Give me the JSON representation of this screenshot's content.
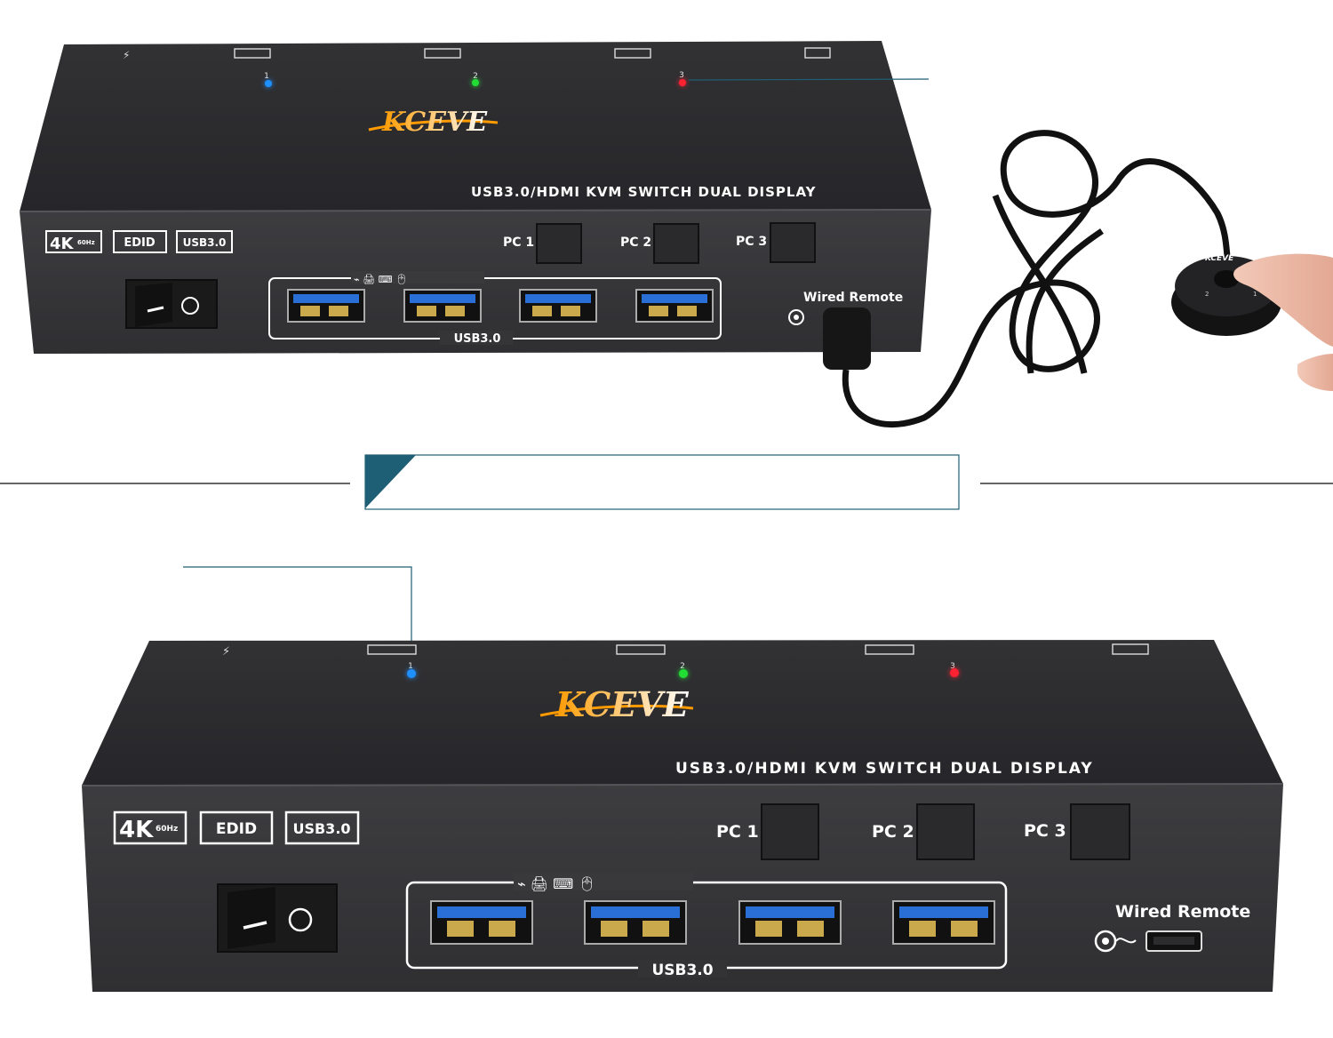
{
  "brand": "KCEVE",
  "product_label": "USB3.0/HDMI KVM SWITCH DUAL DISPLAY",
  "badges": {
    "res": "4K",
    "res_sub": "60Hz",
    "edid": "EDID",
    "usb": "USB3.0"
  },
  "buttons": [
    "PC 1",
    "PC 2",
    "PC 3"
  ],
  "leds": [
    {
      "num": "1",
      "color": "#1e90ff"
    },
    {
      "num": "2",
      "color": "#22dd33"
    },
    {
      "num": "3",
      "color": "#ff2233"
    }
  ],
  "usb_group_label": "USB3.0",
  "wired_remote_label": "Wired Remote",
  "remote_brand": "KCEVE",
  "remote_button_labels": [
    "2",
    "1"
  ],
  "colors": {
    "accent": "#1f5f75",
    "usb_port_blue": "#2a6fd6",
    "device_body": "#2b2b2d"
  }
}
